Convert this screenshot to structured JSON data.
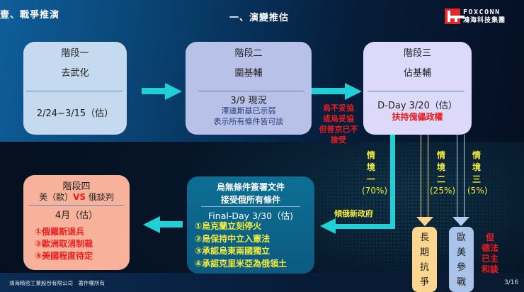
{
  "header": {
    "section_title": "壹、戰爭推演",
    "slide_title": "一、演變推估",
    "logo": {
      "brand_en": "FOXCONN",
      "brand_zh": "鴻海科技集團",
      "color": "#e02a2a"
    }
  },
  "stages": {
    "stage1": {
      "title": "階段一",
      "name": "去武化",
      "date": "2/24~3/15（估）"
    },
    "stage2": {
      "title": "階段二",
      "name": "圍基輔",
      "date": "3/9 現況",
      "note_line1": "澤連斯基已示弱",
      "note_line2": "表示所有條件皆可談"
    },
    "stage3": {
      "title": "階段三",
      "name": "佔基輔",
      "date": "D-Day 3/20（估）",
      "note": "扶持傀儡政權"
    },
    "stage4": {
      "title": "階段四",
      "subtitle_pre": "美（歐）",
      "subtitle_vs": "VS",
      "subtitle_post": " 俄談判",
      "date": "4月（估）",
      "items": [
        "①俄羅斯退兵",
        "②歐洲取消制裁",
        "③美國程度待定"
      ]
    },
    "final": {
      "line1": "烏無條件簽署文件",
      "line2": "接受俄所有條件",
      "date": "Final-Day 3/30（估)",
      "items": [
        "①烏克蘭立刻停火",
        "②烏保持中立入憲法",
        "③承認烏東兩國獨立",
        "④承認克里米亞為俄領土"
      ]
    }
  },
  "annotations": {
    "between_2_3": [
      "烏不妥協",
      "或烏妥協",
      "但普京已不",
      "接受"
    ],
    "scenario1": {
      "chars": [
        "情",
        "境",
        "一"
      ],
      "pct": "(70%)"
    },
    "scenario2": {
      "chars": [
        "情",
        "境",
        "二"
      ],
      "pct": "(25%)"
    },
    "scenario3": {
      "chars": [
        "情",
        "境",
        "三"
      ],
      "pct": "(5%)"
    },
    "pro_russia_gov": "傾俄新政府",
    "germany_france": [
      "但",
      "德法",
      "已主",
      "和談"
    ]
  },
  "outcomes": {
    "long_resistance": [
      "長",
      "期",
      "抗",
      "爭"
    ],
    "west_join": [
      "歐",
      "美",
      "參",
      "戰"
    ]
  },
  "footer": {
    "copyright": "鴻海精密工業股份有限公司　著作權所有",
    "page": "3/16"
  },
  "colors": {
    "arrow": "#1fd0d6",
    "highlight_yellow": "#f4ec3c",
    "alert_red": "#ee1c1c"
  }
}
